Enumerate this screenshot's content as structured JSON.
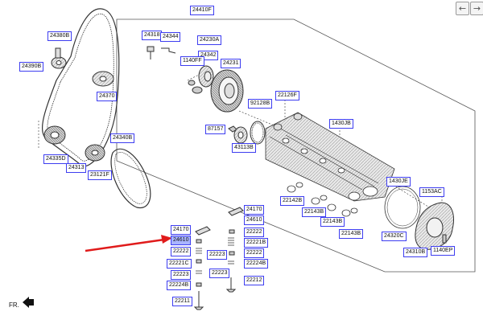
{
  "nav": {
    "back_icon": "←",
    "forward_icon": "→"
  },
  "direction_label": "FR.",
  "colors": {
    "label_border": "#3d3df0",
    "highlight_fill": "#a9b4ff",
    "pointer_arrow": "#e01b1b"
  },
  "parts": {
    "p24410F": "24410F",
    "p24318": "24318",
    "p24344": "24344",
    "p24230A": "24230A",
    "p24342": "24342",
    "p1140FF": "1140FF",
    "p24231": "24231",
    "p24380B": "24380B",
    "p24390B": "24390B",
    "p24370": "24370",
    "p22126F": "22126F",
    "p92128B": "92128B",
    "p1430JB": "1430JB",
    "p87157": "87157",
    "p43113B": "43113B",
    "p24340B": "24340B",
    "p24335D": "24335D",
    "p24313": "24313",
    "p23121F": "23121F",
    "p1430JE": "1430JE",
    "p22142B": "22142B",
    "p1153AC": "1153AC",
    "p22143B_1": "22143B",
    "p22143B_2": "22143B",
    "p22143B_3": "22143B",
    "p24320C": "24320C",
    "p24310B": "24310B",
    "p1140EP": "1140EP",
    "p24170_1": "24170",
    "p24610_1": "24610",
    "p24170_2": "24170",
    "p24610_2": "24610",
    "p22222_1": "22222",
    "p22221B_1": "22221B",
    "p22222_2": "22222",
    "p22223_1": "22223",
    "p22222_3": "22222",
    "p22221C": "22221C",
    "p22224B_1": "22224B",
    "p22223_2": "22223",
    "p22223_3": "22223",
    "p22224B_2": "22224B",
    "p22212": "22212",
    "p22211": "22211"
  }
}
